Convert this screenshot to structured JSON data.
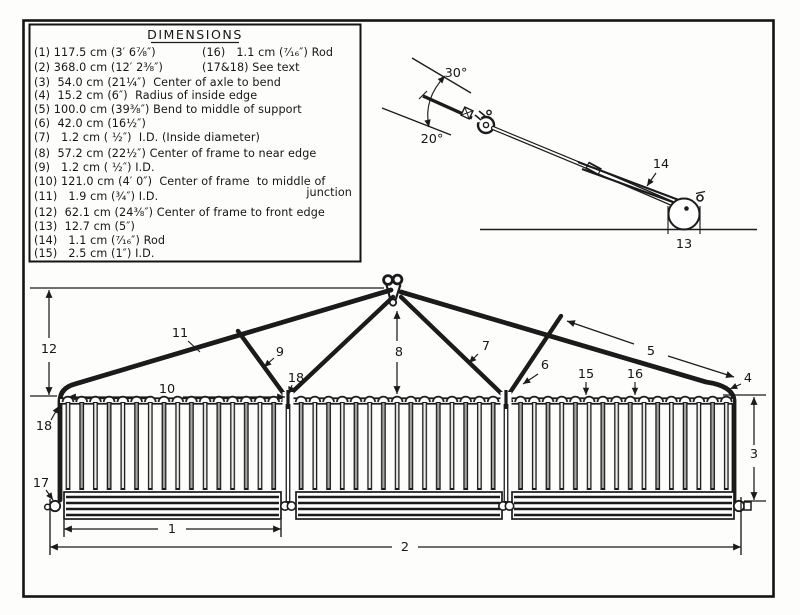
{
  "figure_type": "technical plan drawing of a wide hay sweep / rake implement",
  "ink_color": "#1b1b1b",
  "paper_color": "#fdfdfc",
  "dimensions_box": {
    "title": "DIMENSIONS",
    "entries": [
      "(1) 117.5 cm (3′ 6⅞″)",
      "(2) 368.0 cm (12′ 2⅜″)",
      "(3)  54.0 cm (21¼″)  Center of axle to bend",
      "(4)  15.2 cm (6″)  Radius of inside edge",
      "(5) 100.0 cm (39⅜″) Bend to middle of support",
      "(6)  42.0 cm (16½″)",
      "(7)   1.2 cm ( ½″)  I.D. (Inside diameter)",
      "(8)  57.2 cm (22½″) Center of frame to near edge",
      "(9)   1.2 cm ( ½″) I.D.",
      "(10) 121.0 cm (4′ 0″)  Center of frame  to middle of",
      "(11)   1.9 cm (¾″) I.D.",
      "(12)  62.1 cm (24⅜″) Center of frame to front edge",
      "(13)  12.7 cm (5″)",
      "(14)   1.1 cm (⁷⁄₁₆″) Rod",
      "(15)   2.5 cm (1″) I.D."
    ],
    "entries_right": [
      "(16)   1.1 cm (⁷⁄₁₆″) Rod",
      "(17&18) See text"
    ],
    "wrap_word": "junction"
  },
  "side_view": {
    "angle_upper": "30°",
    "angle_lower": "20°",
    "c13": "13",
    "c14": "14"
  },
  "front_view": {
    "callouts": {
      "c1": "1",
      "c2": "2",
      "c3": "3",
      "c4": "4",
      "c5": "5",
      "c6": "6",
      "c7": "7",
      "c8": "8",
      "c9": "9",
      "c10": "10",
      "c11": "11",
      "c12": "12",
      "c15": "15",
      "c16": "16",
      "c17": "17",
      "c18_left": "18",
      "c18_mid": "18"
    }
  }
}
